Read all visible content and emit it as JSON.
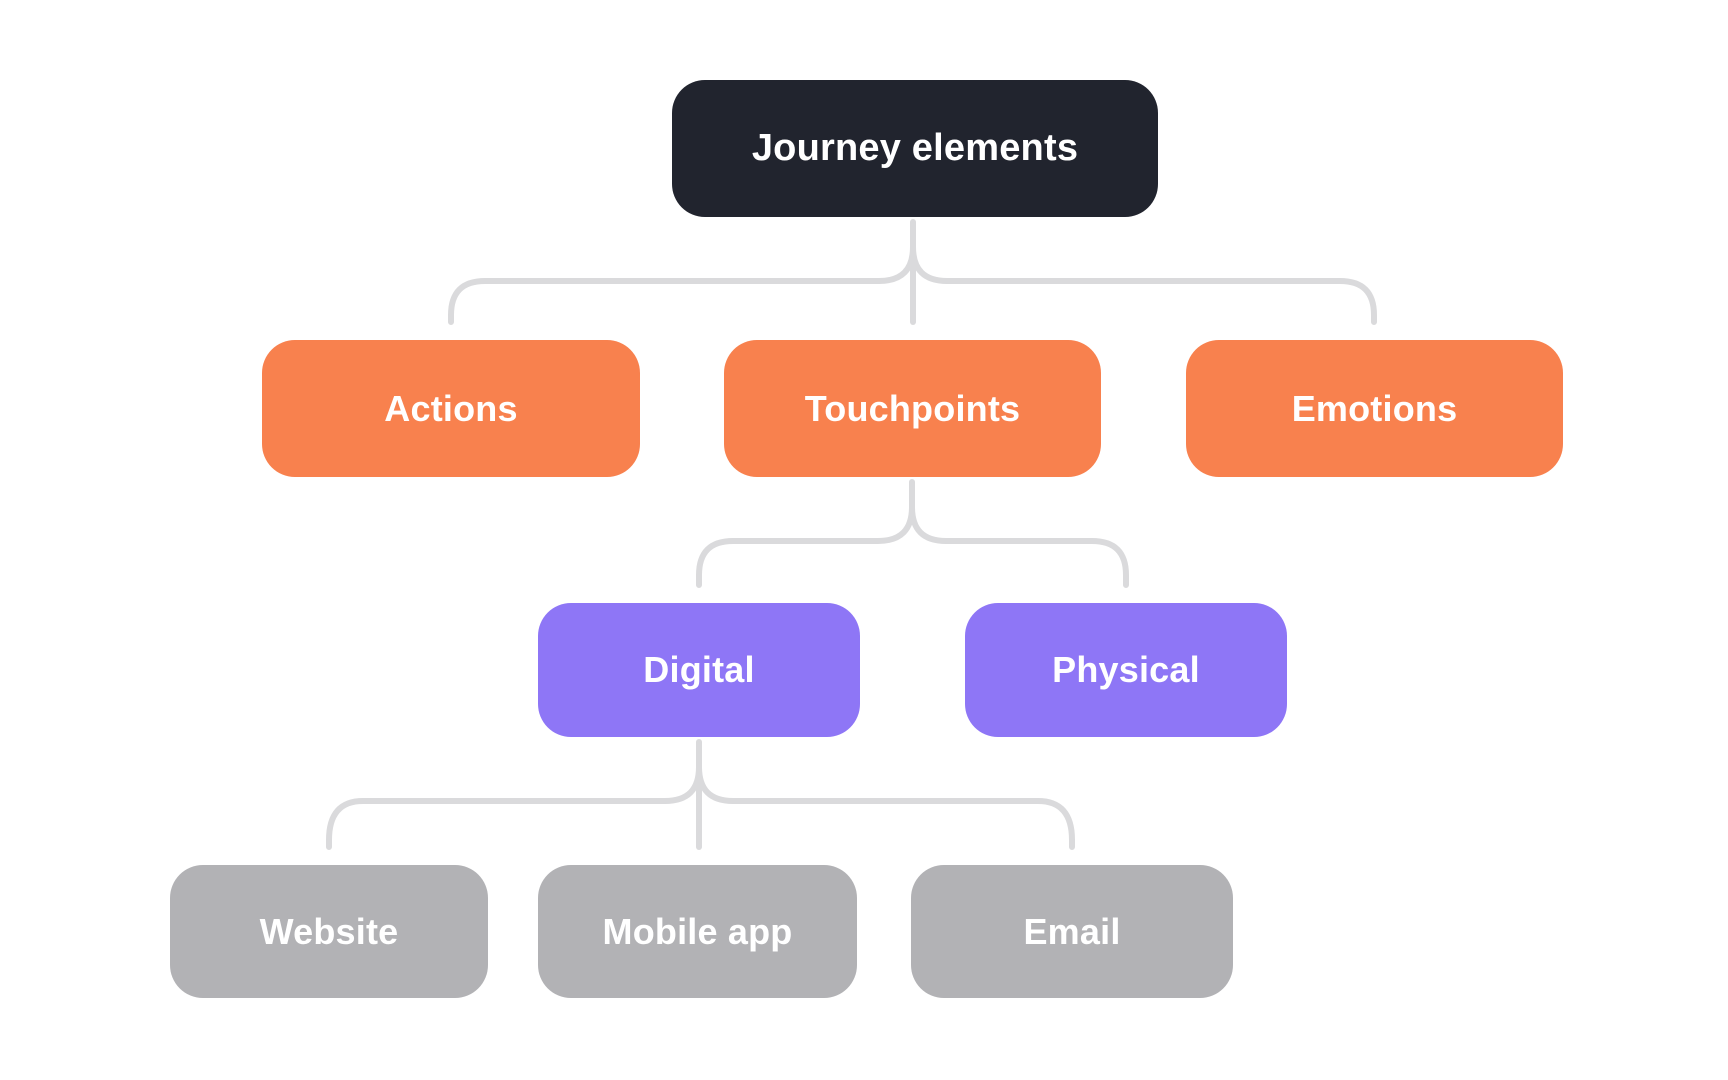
{
  "diagram": {
    "background_color": "#ffffff",
    "connector_color": "#dadadc",
    "nodes": {
      "journey": {
        "label": "Journey elements",
        "fill": "#21242e",
        "text_color": "#ffffff"
      },
      "actions": {
        "label": "Actions",
        "fill": "#f8814e",
        "text_color": "#ffffff"
      },
      "touchpoints": {
        "label": "Touchpoints",
        "fill": "#f8814e",
        "text_color": "#ffffff"
      },
      "emotions": {
        "label": "Emotions",
        "fill": "#f8814e",
        "text_color": "#ffffff"
      },
      "digital": {
        "label": "Digital",
        "fill": "#8e76f6",
        "text_color": "#ffffff"
      },
      "physical": {
        "label": "Physical",
        "fill": "#8e76f6",
        "text_color": "#ffffff"
      },
      "website": {
        "label": "Website",
        "fill": "#b2b2b5",
        "text_color": "#ffffff"
      },
      "mobile_app": {
        "label": "Mobile app",
        "fill": "#b2b2b5",
        "text_color": "#ffffff"
      },
      "email": {
        "label": "Email",
        "fill": "#b2b2b5",
        "text_color": "#ffffff"
      }
    },
    "hierarchy": [
      {
        "parent": "Journey elements",
        "children": [
          "Actions",
          "Touchpoints",
          "Emotions"
        ]
      },
      {
        "parent": "Touchpoints",
        "children": [
          "Digital",
          "Physical"
        ]
      },
      {
        "parent": "Digital",
        "children": [
          "Website",
          "Mobile app",
          "Email"
        ]
      }
    ]
  }
}
